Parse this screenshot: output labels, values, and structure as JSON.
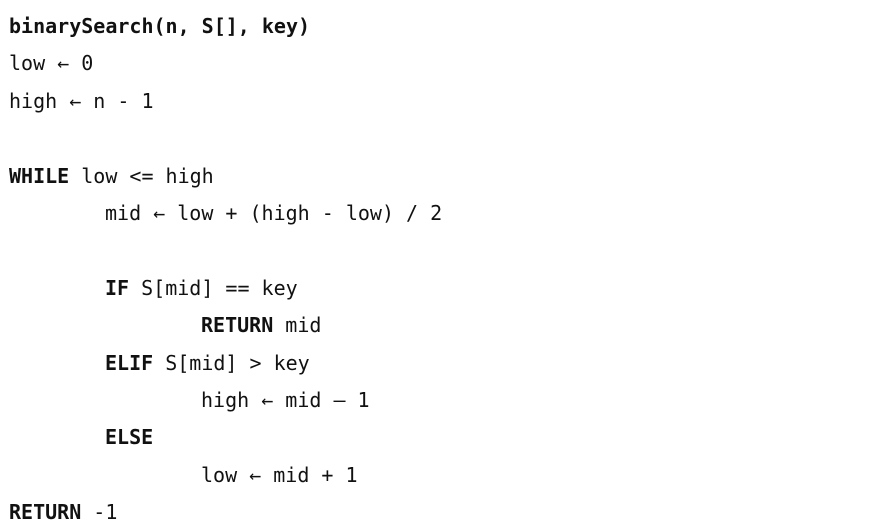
{
  "code": {
    "signature": "binarySearch(n, S[], key)",
    "l1": "low ← 0",
    "l2": "high ← n - 1",
    "while_kw": "WHILE",
    "while_cond": " low <= high",
    "mid_assign": "mid ← low + (high - low) / 2",
    "if_kw": "IF",
    "if_cond": " S[mid] == key",
    "return1_kw": "RETURN",
    "return1_val": " mid",
    "elif_kw": "ELIF",
    "elif_cond": " S[mid] > key",
    "high_update": "high ← mid – 1",
    "else_kw": "ELSE",
    "low_update": "low ← mid + 1",
    "return2_kw": "RETURN",
    "return2_val": " -1"
  }
}
